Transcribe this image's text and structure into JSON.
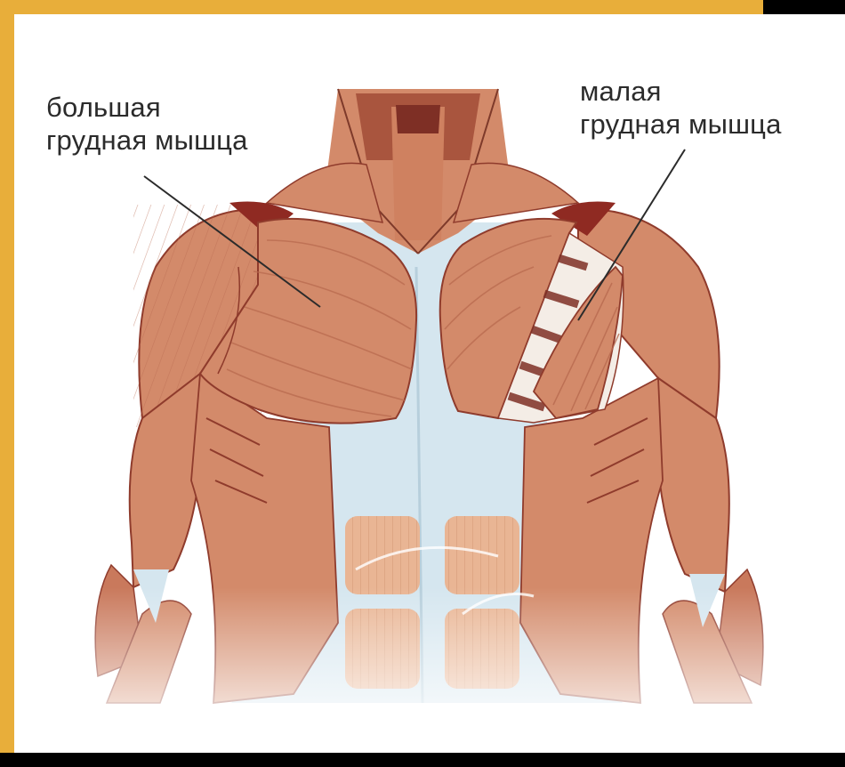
{
  "labels": {
    "pectoralis_major": {
      "line1": "большая",
      "line2": "грудная мышца"
    },
    "pectoralis_minor": {
      "line1": "малая",
      "line2": "грудная мышца"
    }
  },
  "colors": {
    "frame_gold": "#e8ae3a",
    "muscle": "#d38a6a",
    "muscle_dark": "#a9553e",
    "muscle_shadow": "#8f3b2c",
    "tendon": "#d5e6ef",
    "abs": "#e9b594"
  }
}
